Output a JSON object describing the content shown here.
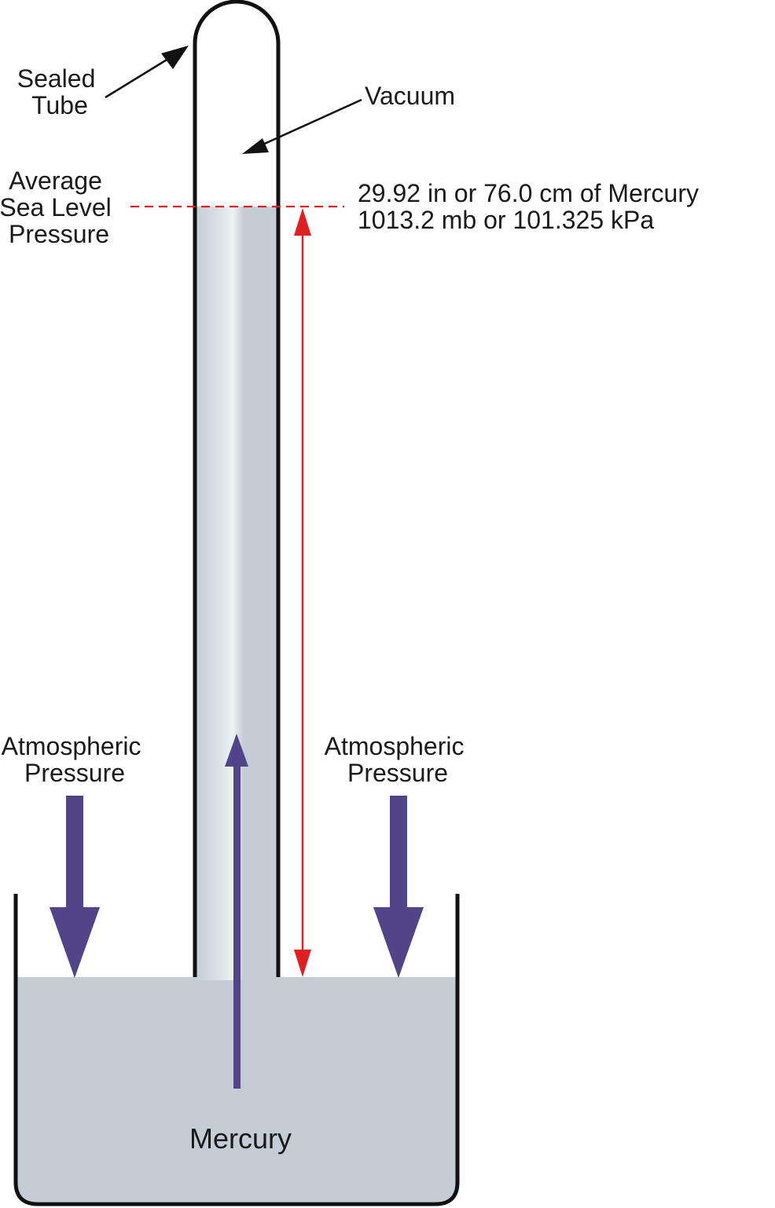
{
  "labels": {
    "sealed_tube": [
      "Sealed",
      "Tube"
    ],
    "vacuum": "Vacuum",
    "average_pressure": [
      "Average",
      "Sea Level",
      "Pressure"
    ],
    "measurement": [
      "29.92 in or 76.0 cm of Mercury",
      "1013.2 mb or 101.325 kPa"
    ],
    "atmospheric_left": [
      "Atmospheric",
      "Pressure"
    ],
    "atmospheric_right": [
      "Atmospheric",
      "Pressure"
    ],
    "mercury": "Mercury"
  },
  "colors": {
    "mercury": "#c4ccd6",
    "mercury_highlight": "#e6ecef",
    "outline": "#111111",
    "pressure_arrow": "#524489",
    "measure_line": "#e02020"
  }
}
